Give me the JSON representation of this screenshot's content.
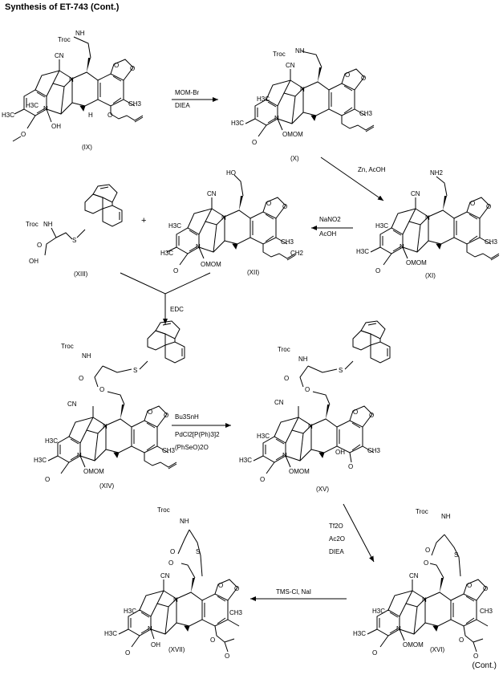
{
  "title": "Synthesis of ET-743 (Cont.)",
  "footer": "(Cont.)",
  "compounds": {
    "IX": {
      "label": "(IX)"
    },
    "X": {
      "label": "(X)"
    },
    "XI": {
      "label": "(XI)"
    },
    "XII": {
      "label": "(XII)"
    },
    "XIII": {
      "label": "(XIII)"
    },
    "XIV": {
      "label": "(XIV)"
    },
    "XV": {
      "label": "(XV)"
    },
    "XVI": {
      "label": "(XVI)"
    },
    "XVII": {
      "label": "(XVII)"
    }
  },
  "reagents": {
    "step1": [
      "MOM-Br",
      "DIEA"
    ],
    "step2": [
      "Zn, AcOH"
    ],
    "step3": [
      "NaNO2",
      "AcOH"
    ],
    "step4": [
      "EDC"
    ],
    "step5": [
      "Bu3SnH",
      "PdCl2[P(Ph)3]2",
      "(PhSeO)2O"
    ],
    "step6": [
      "Tf2O",
      "Ac2O",
      "DIEA"
    ],
    "step7": [
      "TMS-Cl, NaI"
    ]
  },
  "atom_labels": {
    "troc": "Troc",
    "nh": "NH",
    "h": "H",
    "cn": "CN",
    "n": "N",
    "oh": "OH",
    "omom": "OMOM",
    "h3c": "H3C",
    "ch3": "CH3",
    "meo": "O",
    "nh2": "NH2",
    "ho": "HO",
    "ch2": "CH2",
    "s": "S",
    "o": "O",
    "plus": "+"
  }
}
